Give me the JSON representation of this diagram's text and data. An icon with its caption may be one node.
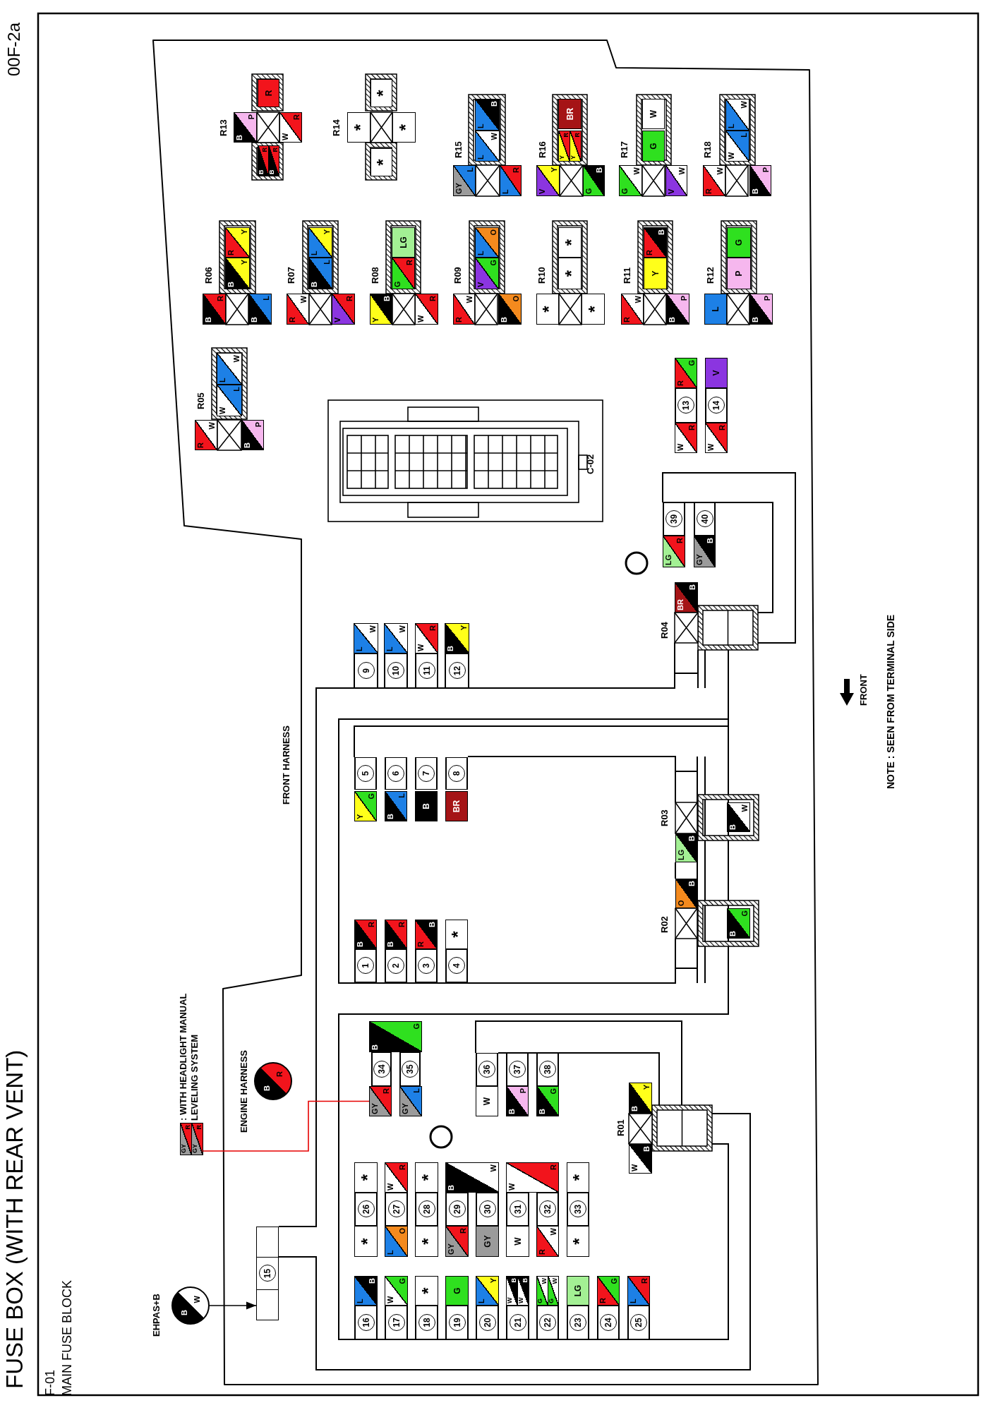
{
  "diagram": {
    "title": "FUSE BOX (WITH REAR VENT)",
    "nodes": [
      {
        "text": [
          "B",
          "W"
        ],
        "beside": [
          "EHPAS+B"
        ]
      },
      {
        "text": [
          "GY",
          "R",
          "GY",
          "R"
        ],
        "beside": [
          ": WITH HEADLIGHT MANUAL LEVELING SYSTEM"
        ]
      },
      {
        "text": [
          "B",
          "R"
        ],
        "beside": [
          "ENGINE HARNESS"
        ]
      },
      {
        "text": [
          "15"
        ]
      },
      {
        "text": [
          "16"
        ]
      },
      {
        "text": [
          "L",
          "B"
        ]
      },
      {
        "text": [
          "17"
        ]
      },
      {
        "text": [
          "W",
          "G"
        ]
      },
      {
        "text": [
          "18"
        ]
      },
      {
        "text": [
          "*"
        ]
      },
      {
        "text": [
          "19"
        ]
      },
      {
        "text": [
          "G"
        ]
      },
      {
        "text": [
          "20"
        ]
      },
      {
        "text": [
          "L",
          "Y"
        ]
      },
      {
        "text": [
          "21"
        ]
      },
      {
        "text": [
          "W",
          "B",
          "W",
          "B"
        ]
      },
      {
        "text": [
          "22"
        ]
      },
      {
        "text": [
          "G",
          "W",
          "G",
          "W"
        ]
      },
      {
        "text": [
          "23"
        ]
      },
      {
        "text": [
          "LG"
        ]
      },
      {
        "text": [
          "24"
        ]
      },
      {
        "text": [
          "R",
          "G"
        ]
      },
      {
        "text": [
          "25"
        ]
      },
      {
        "text": [
          "L",
          "R"
        ]
      },
      {
        "text": [
          "*"
        ]
      },
      {
        "text": [
          "26"
        ]
      },
      {
        "text": [
          "*"
        ]
      },
      {
        "text": [
          "L",
          "O"
        ]
      },
      {
        "text": [
          "27"
        ]
      },
      {
        "text": [
          "W",
          "R"
        ]
      },
      {
        "text": [
          "*"
        ]
      },
      {
        "text": [
          "28"
        ]
      },
      {
        "text": [
          "*"
        ]
      },
      {
        "text": [
          "GY",
          "R"
        ]
      },
      {
        "text": [
          "29"
        ]
      },
      {
        "text": [
          "B",
          "W"
        ]
      },
      {
        "text": [
          "GY"
        ]
      },
      {
        "text": [
          "30"
        ]
      },
      {
        "text": [
          "W"
        ]
      },
      {
        "text": [
          "31"
        ]
      },
      {
        "text": [
          "W",
          "R"
        ]
      },
      {
        "text": [
          "R",
          "W"
        ]
      },
      {
        "text": [
          "32"
        ]
      },
      {
        "text": [
          "*"
        ]
      },
      {
        "text": [
          "33"
        ]
      },
      {
        "text": [
          "*"
        ]
      },
      {
        "text": [
          "GY",
          "R"
        ]
      },
      {
        "text": [
          "34"
        ]
      },
      {
        "text": [
          "B",
          "G"
        ]
      },
      {
        "text": [
          "GY",
          "L"
        ]
      },
      {
        "text": [
          "35"
        ]
      },
      {
        "text": [
          "W"
        ]
      },
      {
        "text": [
          "36"
        ]
      },
      {
        "text": [
          "B",
          "P"
        ]
      },
      {
        "text": [
          "37"
        ]
      },
      {
        "text": [
          "B",
          "G"
        ]
      },
      {
        "text": [
          "38"
        ]
      },
      {
        "text": [
          "W",
          "B"
        ]
      },
      {
        "text": [
          "B",
          "Y"
        ]
      },
      {
        "text": [
          "1"
        ]
      },
      {
        "text": [
          "B",
          "R"
        ]
      },
      {
        "text": [
          "2"
        ]
      },
      {
        "text": [
          "B",
          "R"
        ]
      },
      {
        "text": [
          "3"
        ]
      },
      {
        "text": [
          "R",
          "B"
        ]
      },
      {
        "text": [
          "4"
        ]
      },
      {
        "text": [
          "*"
        ]
      },
      {
        "text": [
          "O",
          "B"
        ]
      },
      {
        "text": [
          "B",
          "G"
        ]
      },
      {
        "text": [
          "LG",
          "B"
        ]
      },
      {
        "text": [
          "B",
          "W"
        ]
      },
      {
        "text": [
          "Y",
          "G"
        ]
      },
      {
        "text": [
          "5"
        ]
      },
      {
        "text": [
          "B",
          "L"
        ]
      },
      {
        "text": [
          "6"
        ]
      },
      {
        "text": [
          "B"
        ]
      },
      {
        "text": [
          "7"
        ]
      },
      {
        "text": [
          "BR"
        ]
      },
      {
        "text": [
          "8"
        ]
      },
      {
        "text": [
          "9"
        ]
      },
      {
        "text": [
          "L",
          "W"
        ]
      },
      {
        "text": [
          "10"
        ]
      },
      {
        "text": [
          "L",
          "W"
        ]
      },
      {
        "text": [
          "11"
        ]
      },
      {
        "text": [
          "W",
          "R"
        ]
      },
      {
        "text": [
          "12"
        ]
      },
      {
        "text": [
          "B",
          "Y"
        ]
      },
      {
        "text": [
          "BR",
          "B"
        ]
      },
      {
        "text": [
          "LG",
          "R"
        ]
      },
      {
        "text": [
          "39"
        ]
      },
      {
        "text": [
          "GY",
          "B"
        ]
      },
      {
        "text": [
          "40"
        ]
      },
      {
        "text": [
          "W",
          "R"
        ]
      },
      {
        "text": [
          "13"
        ]
      },
      {
        "text": [
          "R",
          "G"
        ]
      },
      {
        "text": [
          "W",
          "R"
        ]
      },
      {
        "text": [
          "14"
        ]
      },
      {
        "text": [
          "V"
        ]
      },
      {
        "text": [
          "R",
          "W"
        ]
      },
      {
        "text": [
          "B",
          "P"
        ]
      },
      {
        "text": [
          "W",
          "L"
        ]
      },
      {
        "text": [
          "L",
          "W"
        ]
      },
      {
        "text": [
          "B",
          "R"
        ]
      },
      {
        "text": [
          "B",
          "L"
        ]
      },
      {
        "text": [
          "B",
          "Y"
        ]
      },
      {
        "text": [
          "R",
          "Y"
        ]
      },
      {
        "text": [
          "R",
          "W"
        ]
      },
      {
        "text": [
          "V",
          "R"
        ]
      },
      {
        "text": [
          "B",
          "L"
        ]
      },
      {
        "text": [
          "L",
          "Y"
        ]
      },
      {
        "text": [
          "Y",
          "B"
        ]
      },
      {
        "text": [
          "W",
          "R"
        ]
      },
      {
        "text": [
          "G",
          "R"
        ]
      },
      {
        "text": [
          "LG"
        ]
      },
      {
        "text": [
          "R",
          "W"
        ]
      },
      {
        "text": [
          "B",
          "O"
        ]
      },
      {
        "text": [
          "V",
          "G"
        ]
      },
      {
        "text": [
          "L",
          "O"
        ]
      },
      {
        "text": [
          "*"
        ]
      },
      {
        "text": [
          "*"
        ]
      },
      {
        "text": [
          "*"
        ]
      },
      {
        "text": [
          "*"
        ]
      },
      {
        "text": [
          "R",
          "W"
        ]
      },
      {
        "text": [
          "B",
          "P"
        ]
      },
      {
        "text": [
          "Y"
        ]
      },
      {
        "text": [
          "R",
          "B"
        ]
      },
      {
        "text": [
          "L"
        ]
      },
      {
        "text": [
          "B",
          "P"
        ]
      },
      {
        "text": [
          "P"
        ]
      },
      {
        "text": [
          "G"
        ]
      },
      {
        "text": [
          "B",
          "R",
          "B",
          "R"
        ]
      },
      {
        "text": [
          "B",
          "P"
        ]
      },
      {
        "text": [
          "W",
          "R"
        ]
      },
      {
        "text": [
          "R"
        ]
      },
      {
        "text": [
          "*"
        ]
      },
      {
        "text": [
          "*"
        ]
      },
      {
        "text": [
          "*"
        ]
      },
      {
        "text": [
          "*"
        ]
      },
      {
        "text": [
          "GY",
          "L"
        ]
      },
      {
        "text": [
          "L",
          "R"
        ]
      },
      {
        "text": [
          "L",
          "W"
        ]
      },
      {
        "text": [
          "L",
          "B"
        ]
      },
      {
        "text": [
          "V",
          "Y"
        ]
      },
      {
        "text": [
          "G",
          "B"
        ]
      },
      {
        "text": [
          "Y",
          "R",
          "Y",
          "R"
        ]
      },
      {
        "text": [
          "BR"
        ]
      },
      {
        "text": [
          "G",
          "W"
        ]
      },
      {
        "text": [
          "V",
          "W"
        ]
      },
      {
        "text": [
          "G"
        ]
      },
      {
        "text": [
          "W"
        ]
      },
      {
        "text": [
          "R",
          "W"
        ]
      },
      {
        "text": [
          "B",
          "P"
        ]
      },
      {
        "text": [
          "W",
          "L"
        ]
      },
      {
        "text": [
          "L",
          "W"
        ]
      }
    ],
    "edges": [
      {
        "from": 0,
        "to": 3,
        "arrow": "to"
      },
      {
        "from": 1,
        "to": 46,
        "arrow": "none",
        "color": "#e60000"
      }
    ],
    "labels": [
      "00F-2a",
      "F-01",
      "MAIN FUSE BLOCK",
      "FRONT HARNESS",
      "R01",
      "R02",
      "R03",
      "R04",
      "C-02",
      "FRONT",
      "NOTE : SEEN FROM TERMINAL SIDE",
      "R05",
      "R06",
      "R07",
      "R08",
      "R09",
      "R10",
      "R11",
      "R12",
      "R13",
      "R14",
      "R15",
      "R16",
      "R17",
      "R18"
    ]
  }
}
